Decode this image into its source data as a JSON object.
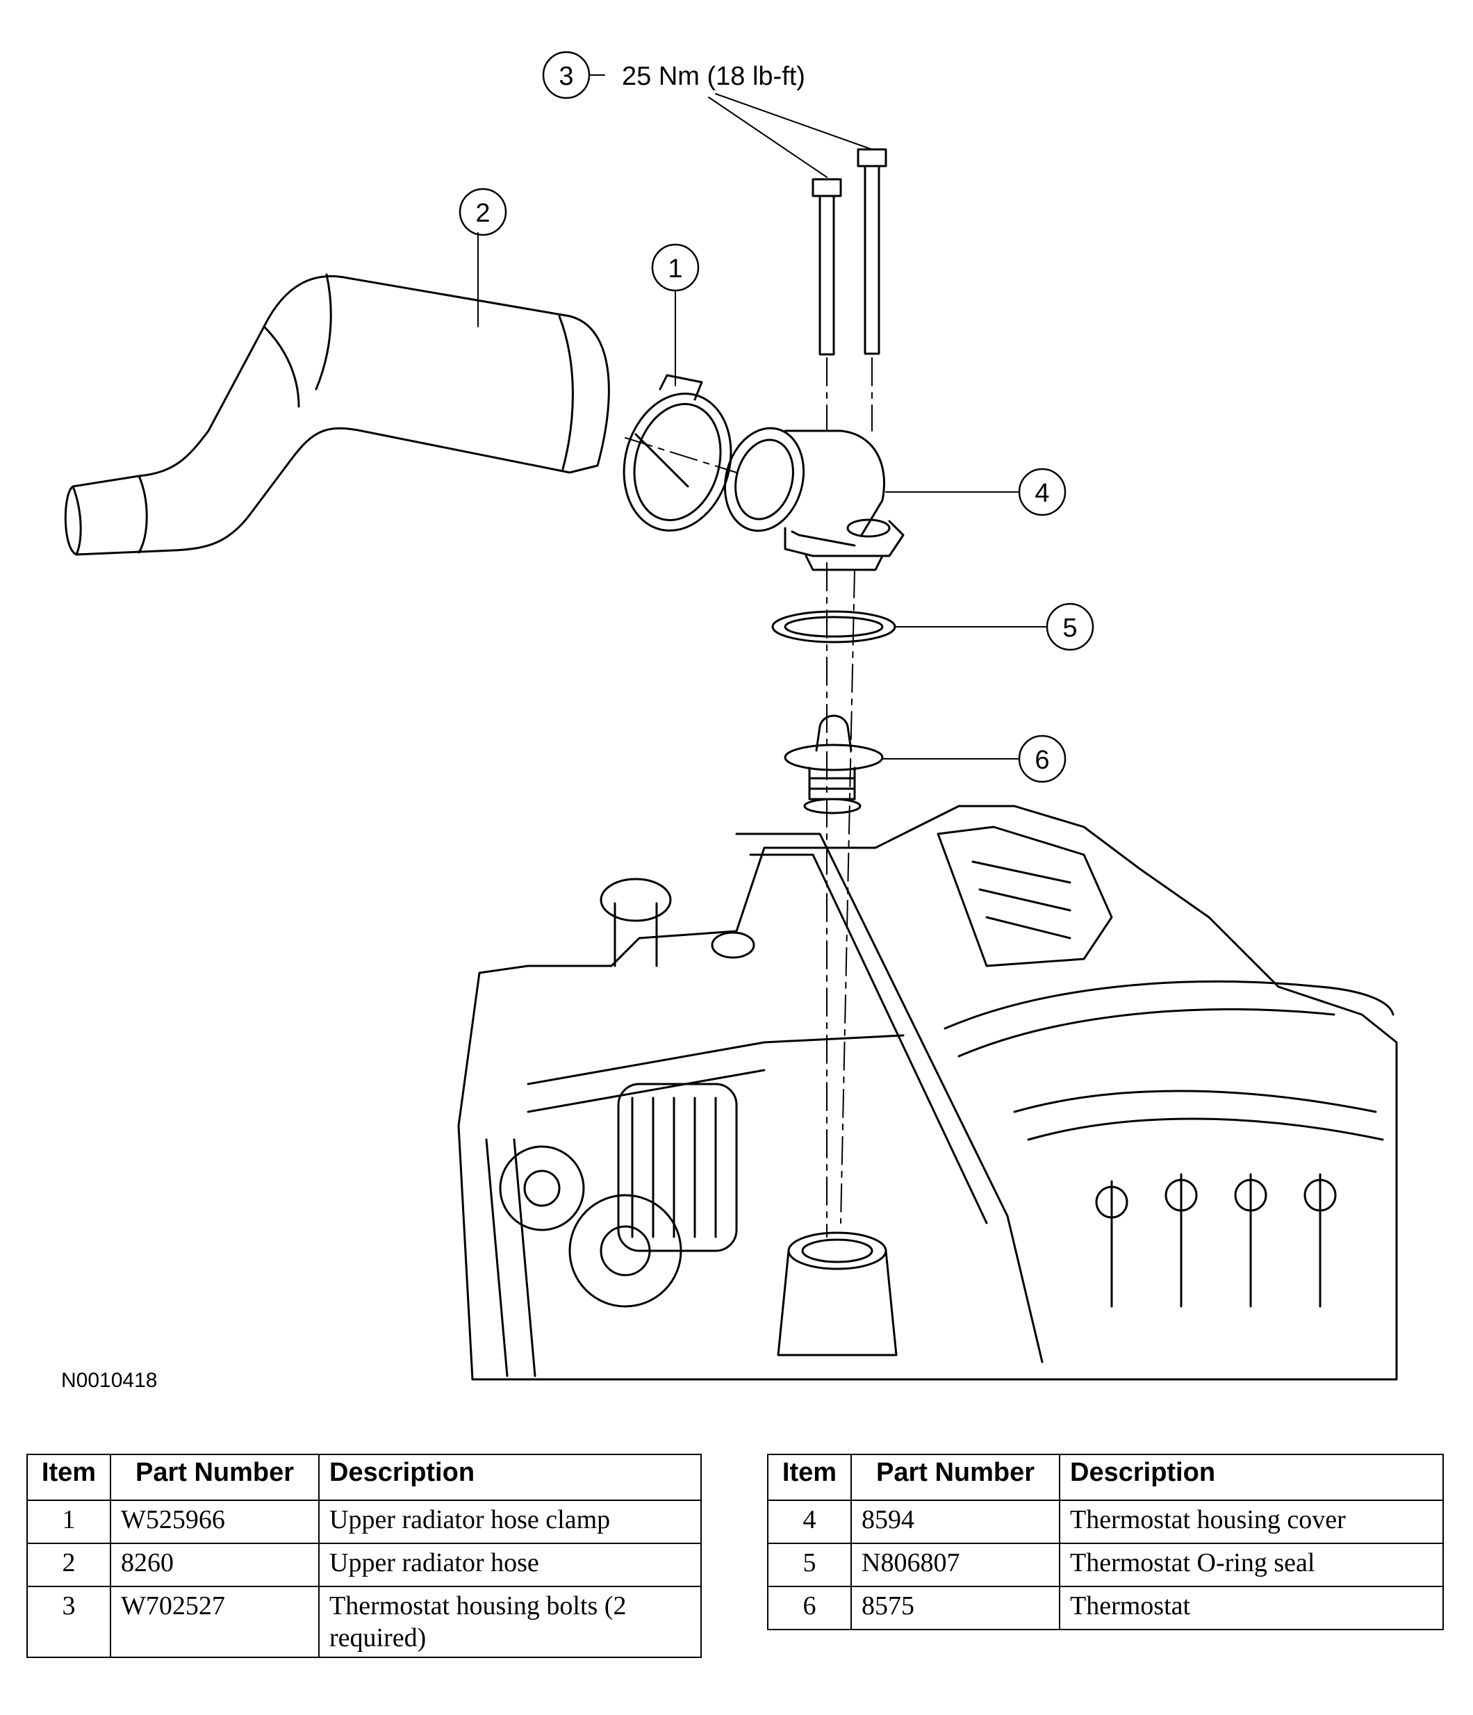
{
  "figure": {
    "id": "N0010418",
    "torque_spec": "25 Nm (18 lb-ft)",
    "callouts": [
      "1",
      "2",
      "3",
      "4",
      "5",
      "6"
    ]
  },
  "table_left": {
    "headers": [
      "Item",
      "Part Number",
      "Description"
    ],
    "rows": [
      {
        "item": "1",
        "part": "W525966",
        "desc": "Upper radiator hose clamp"
      },
      {
        "item": "2",
        "part": "8260",
        "desc": "Upper radiator hose"
      },
      {
        "item": "3",
        "part": "W702527",
        "desc": "Thermostat housing bolts (2 required)"
      }
    ]
  },
  "table_right": {
    "headers": [
      "Item",
      "Part Number",
      "Description"
    ],
    "rows": [
      {
        "item": "4",
        "part": "8594",
        "desc": "Thermostat housing cover"
      },
      {
        "item": "5",
        "part": "N806807",
        "desc": "Thermostat O-ring seal"
      },
      {
        "item": "6",
        "part": "8575",
        "desc": "Thermostat"
      }
    ]
  }
}
